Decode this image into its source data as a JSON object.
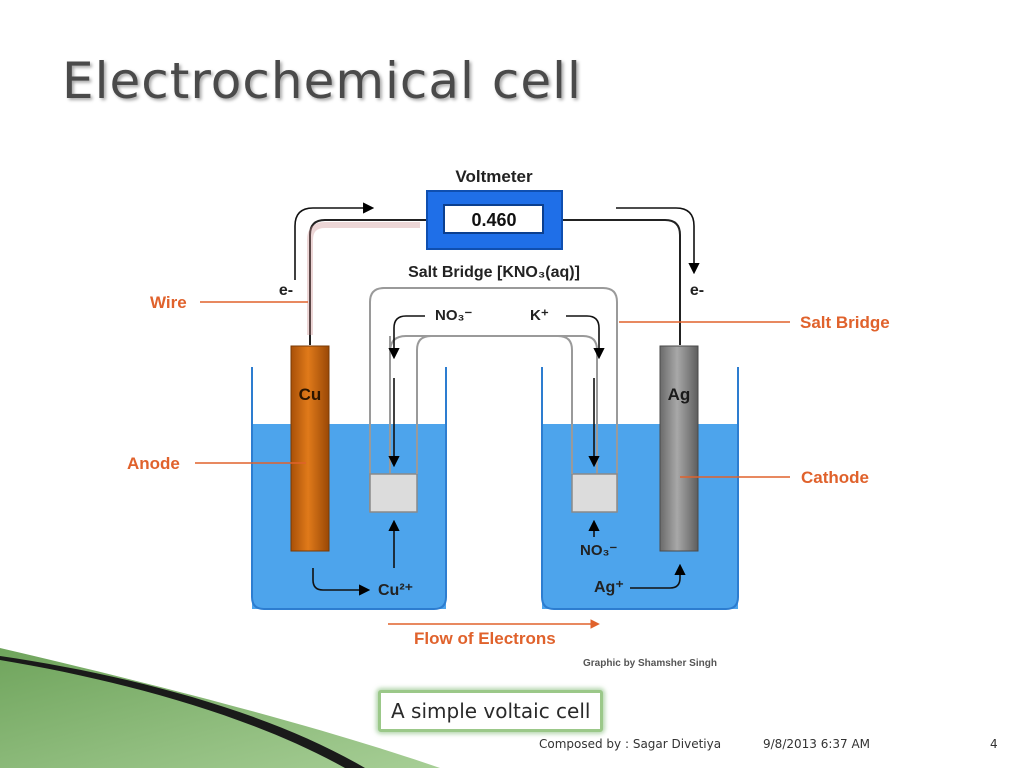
{
  "slide": {
    "title": "Electrochemical cell",
    "caption": "A simple voltaic cell",
    "footer_author": "Composed by : Sagar Divetiya",
    "footer_datetime": "9/8/2013 6:37 AM",
    "page_number": "4"
  },
  "diagram": {
    "voltmeter_label": "Voltmeter",
    "voltmeter_reading": "0.460",
    "salt_bridge_formula": "Salt Bridge [KNO₃(aq)]",
    "electron_left": "e-",
    "electron_right": "e-",
    "anion_top": "NO₃⁻",
    "cation_top": "K⁺",
    "anode_metal": "Cu",
    "cathode_metal": "Ag",
    "anode_ion": "Cu²⁺",
    "cathode_anion": "NO₃⁻",
    "cathode_ion": "Ag⁺",
    "callout_wire": "Wire",
    "callout_anode": "Anode",
    "callout_salt_bridge": "Salt Bridge",
    "callout_cathode": "Cathode",
    "flow_label": "Flow of Electrons",
    "credit": "Graphic by Shamsher Singh"
  },
  "colors": {
    "callout": "#e0622c",
    "solution": "#4da4ec",
    "voltmeter": "#1f6fe8",
    "copper": "#d46e10",
    "silver": "#8c8c8c"
  }
}
